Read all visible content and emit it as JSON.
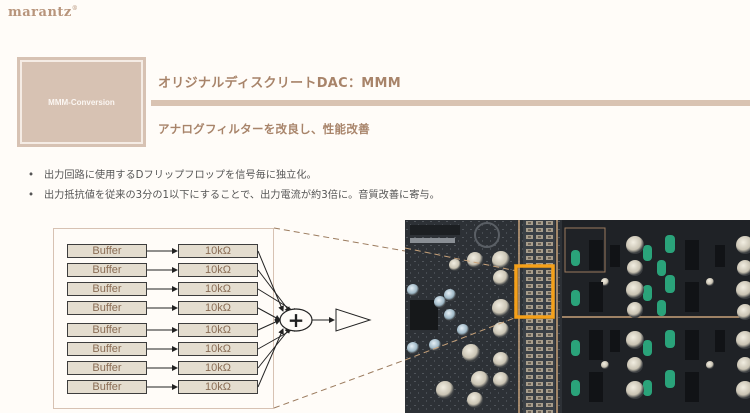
{
  "brand": {
    "logo_text": "marantz",
    "logo_mark": "®"
  },
  "section": {
    "label": "MMM-Conversion"
  },
  "heading": {
    "title": "オリジナルディスクリートDAC：MMM",
    "subtitle": "アナログフィルターを改良し、性能改善"
  },
  "bullets": [
    {
      "marker": "•",
      "text": "出力回路に使用するDフリップフロップを信号毎に独立化。"
    },
    {
      "marker": "•",
      "text": "出力抵抗値を従来の3分の1以下にすることで、出力電流が約3倍に。音質改善に寄与。"
    }
  ],
  "diagram": {
    "buffers": [
      "Buffer",
      "Buffer",
      "Buffer",
      "Buffer",
      "Buffer",
      "Buffer",
      "Buffer",
      "Buffer"
    ],
    "resistors": [
      "10kΩ",
      "10kΩ",
      "10kΩ",
      "10kΩ",
      "10kΩ",
      "10kΩ",
      "10kΩ",
      "10kΩ"
    ],
    "summer_symbol": "+",
    "output": "amplifier"
  },
  "photo": {
    "subject": "DAC circuit board photo",
    "highlight_color": "#f5a01a"
  },
  "colors": {
    "accent": "#a8846a",
    "box": "#d7c2b3",
    "background": "#fffcf8"
  }
}
